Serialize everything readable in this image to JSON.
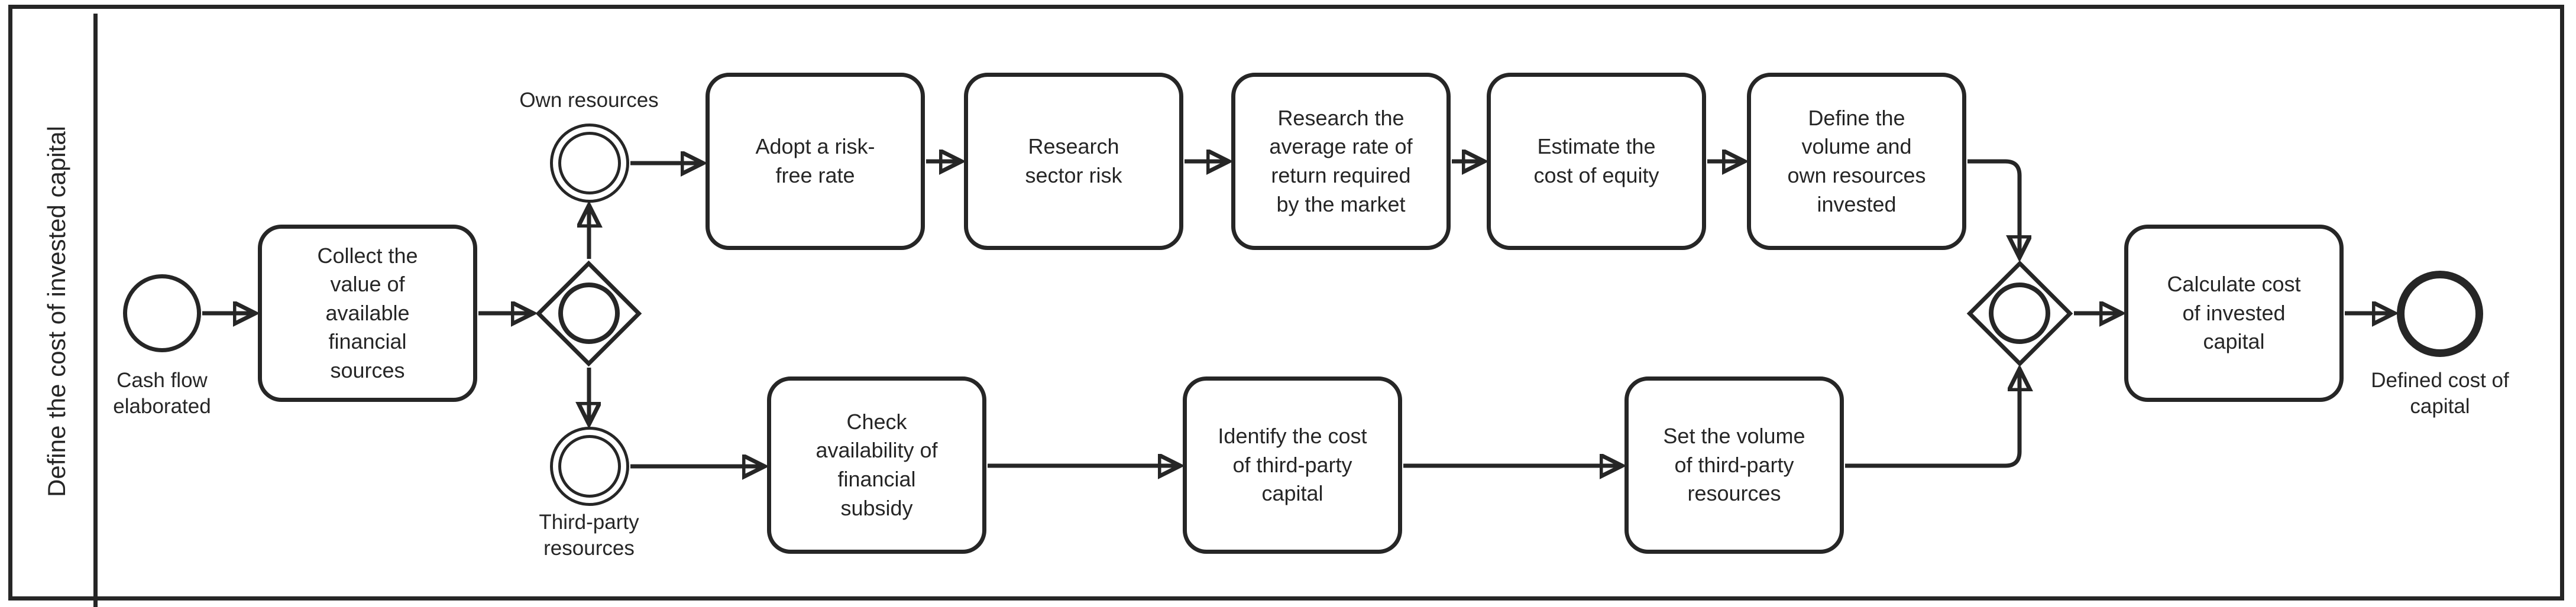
{
  "pool": {
    "lane_label": "Define the cost of invested capital"
  },
  "colors": {
    "stroke": "#262626",
    "background": "#ffffff"
  },
  "events": {
    "start": {
      "label": "Cash flow elaborated",
      "type": "start-event"
    },
    "own_resources": {
      "label": "Own resources",
      "type": "intermediate-event"
    },
    "third_party": {
      "label": "Third-party resources",
      "type": "intermediate-event"
    },
    "end": {
      "label": "Defined cost of capital",
      "type": "end-event"
    }
  },
  "gateways": {
    "split": {
      "type": "inclusive-gateway"
    },
    "join": {
      "type": "inclusive-gateway"
    }
  },
  "tasks": {
    "collect": "Collect the value of available financial sources",
    "adopt": "Adopt a risk-free rate",
    "research_sector": "Research sector risk",
    "research_average": "Research the average rate of return required by the market",
    "estimate": "Estimate the cost of equity",
    "define_volume": "Define the volume and own resources invested",
    "check_subsidy": "Check availability of financial subsidy",
    "identify_cost": "Identify the cost of third-party capital",
    "set_volume": "Set the volume of third-party resources",
    "calculate": "Calculate cost of invested capital"
  }
}
